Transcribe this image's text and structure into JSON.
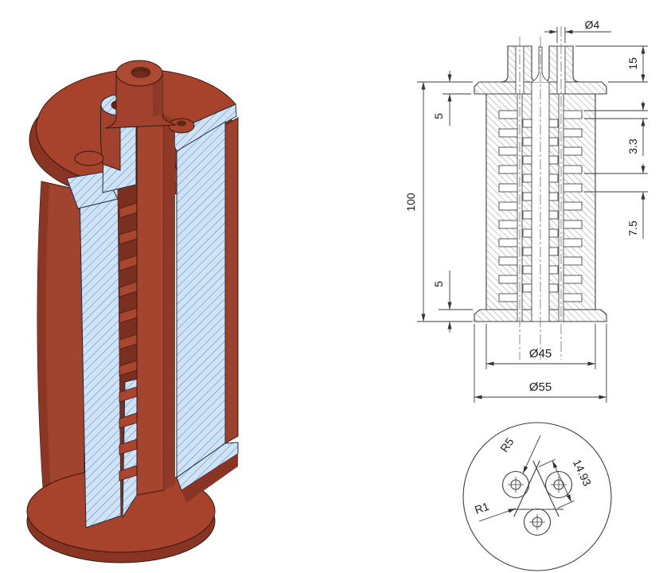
{
  "render3d": {
    "colors": {
      "part_red": "#a7432d",
      "part_red_mid": "#a04430",
      "part_red_dark": "#8a3524",
      "cavity_red": "#7b2f1f",
      "bore_dark": "#5f2517",
      "section_face": "#cfe3f8",
      "section_hatch": "#5d7fa6"
    }
  },
  "section_view": {
    "dim_bore_dia": "Ø4",
    "dim_tube_height": "15",
    "dim_top_flange_thickness": "5",
    "dim_fin_thickness": "3.3",
    "dim_fin_pitch": "7.5",
    "dim_overall_height": "100",
    "dim_bottom_flange_thickness": "5",
    "dim_body_diameter": "Ø45",
    "dim_flange_diameter": "Ø55"
  },
  "bottom_view": {
    "dim_boss_radius": "R5",
    "dim_hole_spacing": "14.93",
    "dim_corner_radius": "R1"
  }
}
